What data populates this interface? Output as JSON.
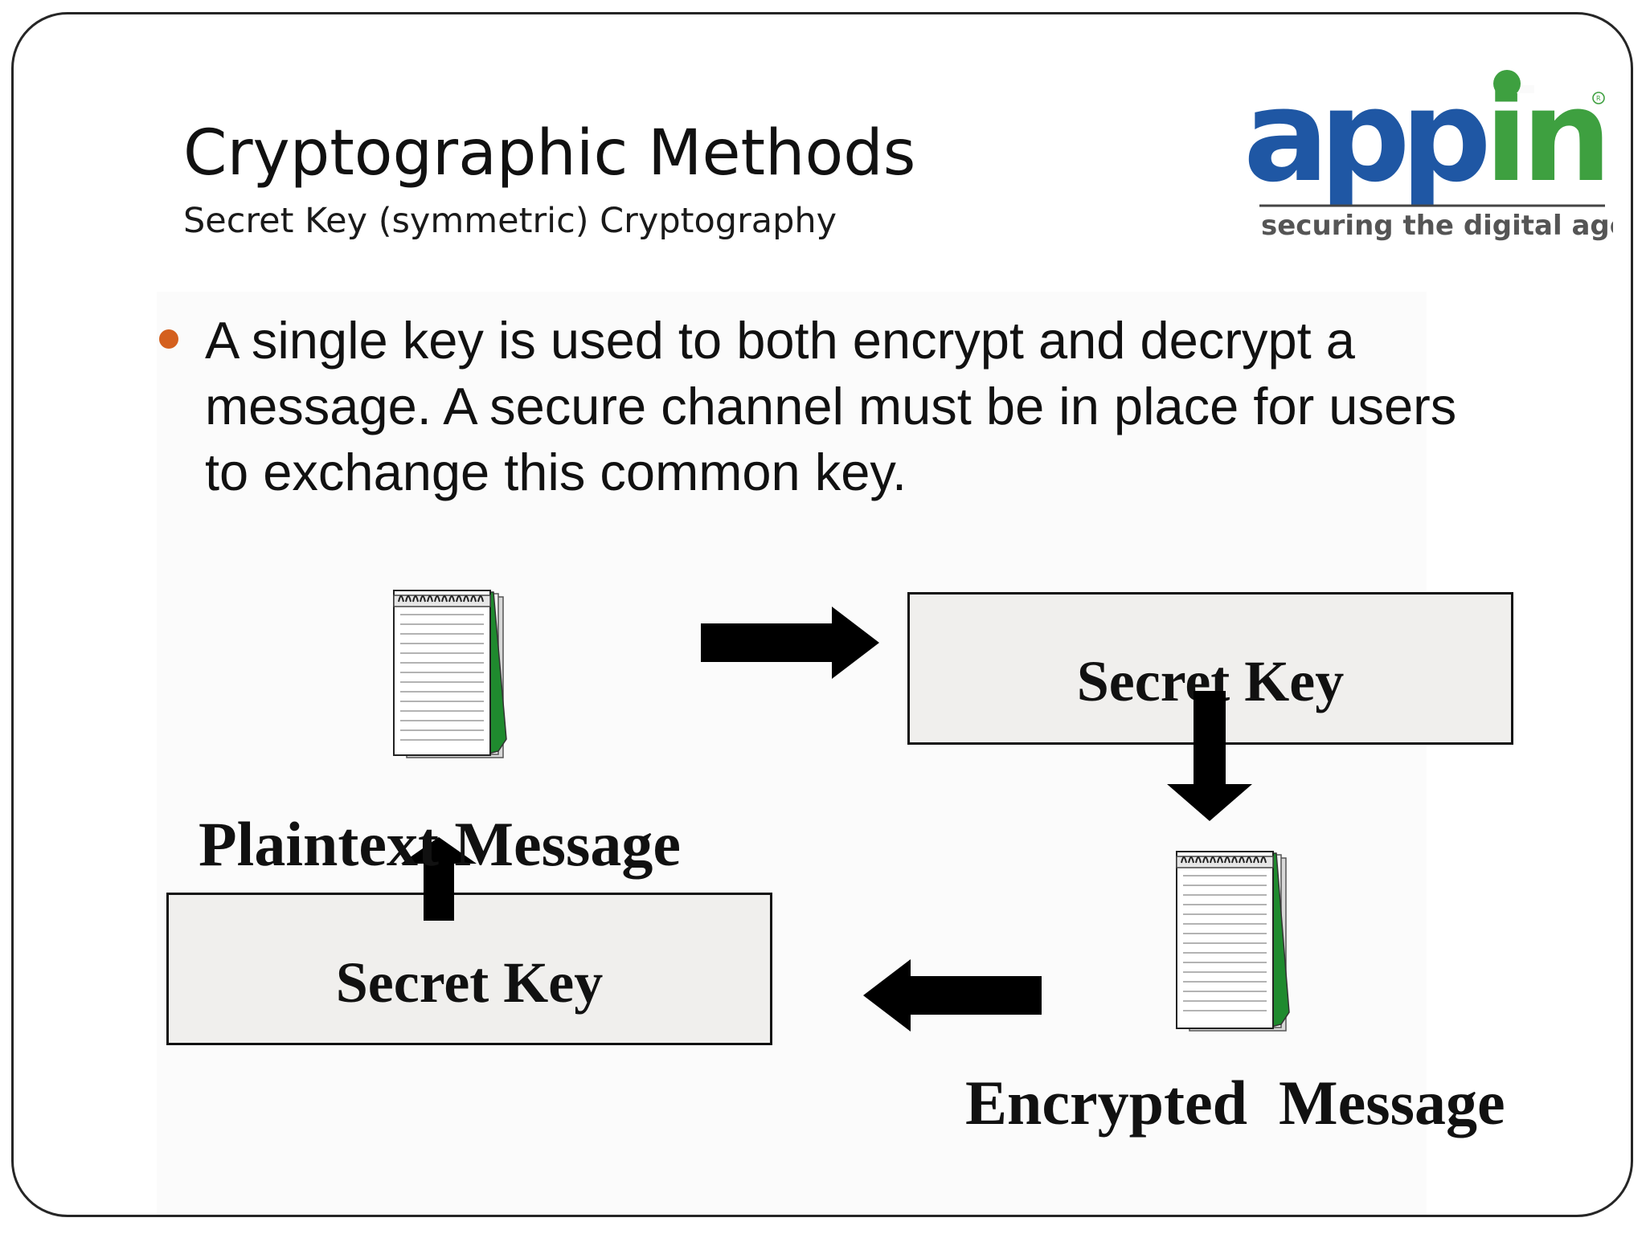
{
  "slide": {
    "title": "Cryptographic Methods",
    "subtitle": "Secret Key (symmetric) Cryptography"
  },
  "logo": {
    "brand": "appin",
    "tagline": "securing the digital age",
    "colors": {
      "blue": "#1f57a4",
      "green": "#3ea040",
      "tagline": "#555555"
    }
  },
  "bullet": {
    "lines": [
      "A single key is used to both encrypt and decrypt a",
      "message. A secure channel must be in place for users",
      "to exchange this common key."
    ],
    "dot_color": "#d4601e"
  },
  "diagram": {
    "key_top_label": "Secret Key",
    "key_bottom_label": "Secret Key",
    "plaintext_label": "Plaintext Message",
    "encrypted_label": "Encrypted  Message"
  }
}
